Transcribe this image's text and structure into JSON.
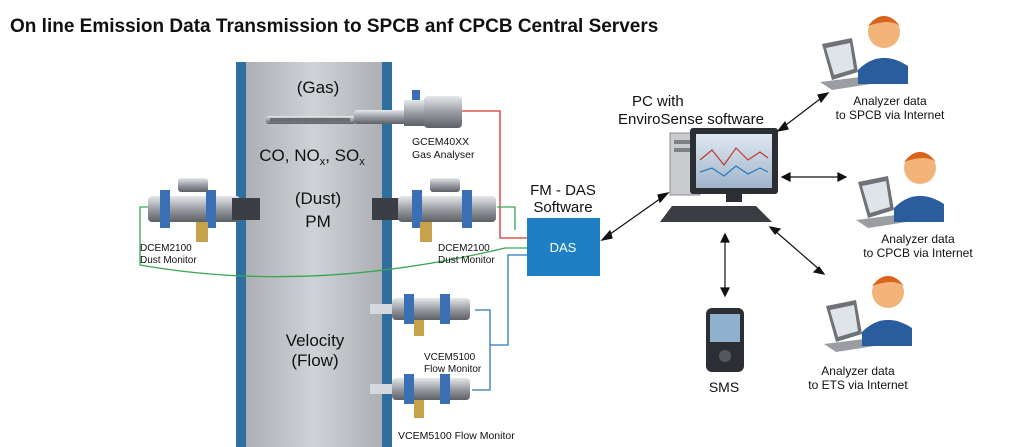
{
  "title": "On line Emission Data Transmission to SPCB anf CPCB Central Servers",
  "stack": {
    "gas_label": "(Gas)",
    "gases": [
      "CO, NO",
      "x",
      ", SO",
      "x"
    ],
    "dust_label": "(Dust)",
    "pm_label": "PM",
    "velocity_label": "Velocity",
    "flow_label": "(Flow)"
  },
  "instruments": {
    "gas_analyser_model": "GCEM40XX",
    "gas_analyser_name": "Gas Analyser",
    "dust_left_model": "DCEM2100",
    "dust_left_name": "Dust Monitor",
    "dust_right_model": "DCEM2100",
    "dust_right_name": "Dust Monitor",
    "velocity_mid_model": "VCEM5100",
    "velocity_mid_name": "Flow Monitor",
    "velocity_bottom": "VCEM5100 Flow Monitor"
  },
  "das": {
    "software_line1": "FM - DAS",
    "software_line2": "Software",
    "box_label": "DAS",
    "box_color": "#1f7fc4"
  },
  "pc": {
    "line1": "PC with",
    "line2": "EnviroSense software"
  },
  "sms_label": "SMS",
  "recipients": [
    {
      "line1": "Analyzer data",
      "line2": "to SPCB via Internet"
    },
    {
      "line1": "Analyzer data",
      "line2": "to CPCB via Internet"
    },
    {
      "line1": "Analyzer data",
      "line2": "to ETS via Internet"
    }
  ],
  "colors": {
    "stack_fill": "#b9bcc0",
    "stack_edge": "#2f6fa0",
    "gas_wire": "#d9362b",
    "dust_wire": "#3aa655",
    "flow_wire": "#2a78b8"
  }
}
